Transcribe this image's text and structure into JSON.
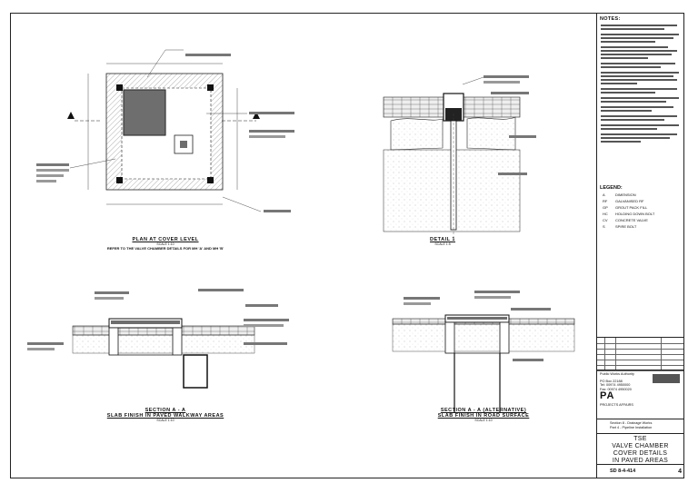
{
  "notes": {
    "heading": "NOTES:"
  },
  "legend": {
    "heading": "LEGEND:",
    "rows": [
      {
        "key": "A",
        "text": "DIMENSION"
      },
      {
        "key": "RF",
        "text": "GALVANISED RF"
      },
      {
        "key": "GP",
        "text": "GROUT PACK FILL"
      },
      {
        "key": "HC",
        "text": "HOLDING DOWN BOLT"
      },
      {
        "key": "CV",
        "text": "CONCRETE VALVE"
      },
      {
        "key": "S",
        "text": "SPIRE BOLT"
      }
    ]
  },
  "views": {
    "plan": {
      "title": "PLAN AT COVER LEVEL",
      "scale": "SCALE 1:10",
      "ref": "REFER TO THE VALVE CHAMBER DETAILS FOR MH 'A' AND MH 'B'"
    },
    "detail1": {
      "title": "DETAIL 1",
      "scale": "SCALE 1:5"
    },
    "section_aa": {
      "title": "SECTION A - A",
      "subtitle": "SLAB FINISH IN PAVED WALKWAY AREAS",
      "scale": "SCALE 1:10"
    },
    "section_aa_alt": {
      "title": "SECTION A - A (ALTERNATIVE)",
      "subtitle": "SLAB FINISH IN ROAD SURFACE",
      "scale": "SCALE 1:10"
    }
  },
  "title_block": {
    "authority": "Public Works Authority",
    "po_box": "PO Box 22188",
    "tel": "Tel: 00974 4950000",
    "fax": "Fax: 00974 4950020",
    "client_mark": "PA",
    "client_name": "PROJECTS AFFAIRS",
    "section_label": "Section 8 - Drainage Works",
    "part_label": "Part 4 - Pipeline Installation",
    "title_lines": [
      "TSE",
      "VALVE CHAMBER",
      "COVER DETAILS",
      "IN PAVED AREAS"
    ],
    "drawing_number": "SD 8-4-414",
    "sheet": "4"
  }
}
